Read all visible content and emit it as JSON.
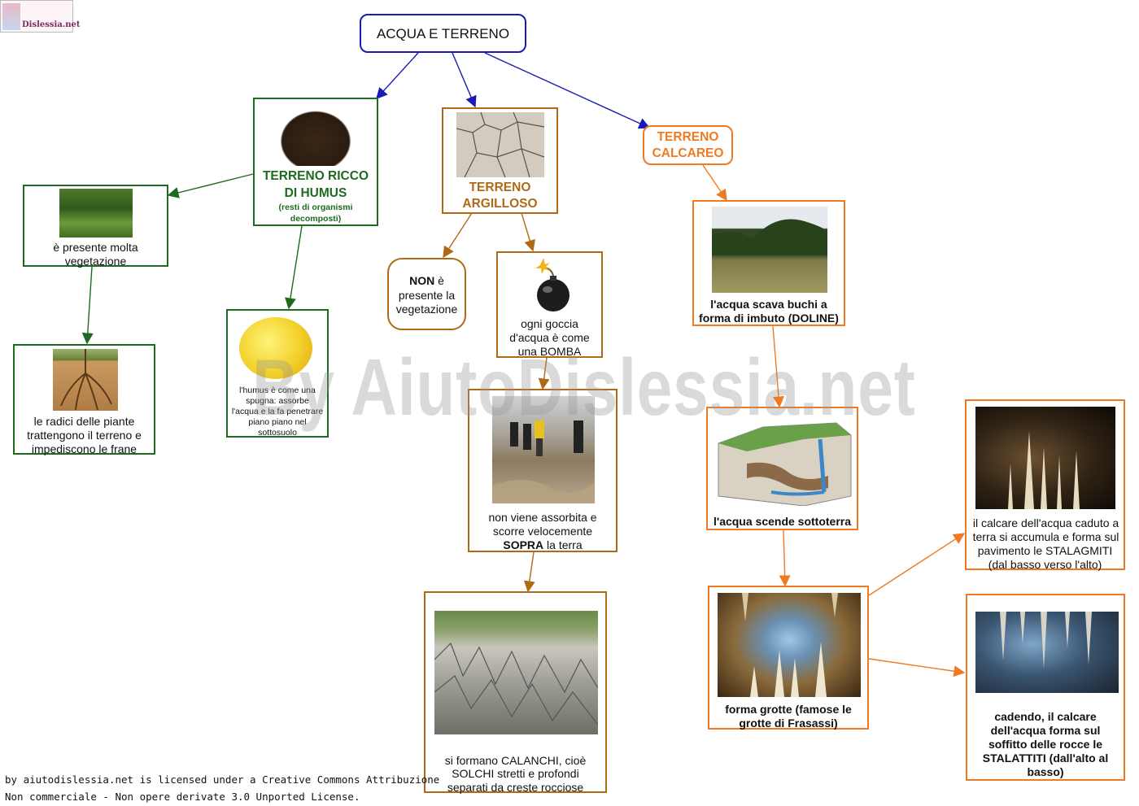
{
  "logo": {
    "text": "Dislessia.net"
  },
  "title": "ACQUA E TERRENO",
  "humus": {
    "title_line1": "TERRENO RICCO",
    "title_line2": "DI HUMUS",
    "subtitle_line1": "(resti di organismi",
    "subtitle_line2": "decomposti)"
  },
  "vegetation": {
    "line1": "è presente molta",
    "line2": "vegetazione"
  },
  "roots": {
    "line1": "le radici delle piante",
    "line2": "trattengono il terreno e",
    "line3": "impediscono le frane"
  },
  "sponge": {
    "line1": "l'humus è come una",
    "line2": "spugna: assorbe",
    "line3": "l'acqua e la fa penetrare",
    "line4": "piano piano nel",
    "line5": "sottosuolo"
  },
  "clay": {
    "title_line1": "TERRENO",
    "title_line2": "ARGILLOSO"
  },
  "no_veg": {
    "bold": "NON",
    "rest1": " è",
    "line2": "presente la",
    "line3": "vegetazione"
  },
  "bomb": {
    "line1": "ogni goccia",
    "line2": "d'acqua è come",
    "line3": "una BOMBA"
  },
  "runoff": {
    "line1": "non viene assorbita e",
    "line2": "scorre velocemente",
    "bold": "SOPRA",
    "rest3": " la terra"
  },
  "calanchi": {
    "line1": "si formano CALANCHI, cioè",
    "line2": "SOLCHI stretti e profondi",
    "line3": "separati da creste rocciose"
  },
  "limestone": {
    "title_line1": "TERRENO",
    "title_line2": "CALCAREO"
  },
  "doline": {
    "line1": "l'acqua scava buchi a",
    "line2": "forma di imbuto (DOLINE)"
  },
  "underground": {
    "line1": "l'acqua scende sottoterra"
  },
  "caves": {
    "line1": "forma grotte (famose le",
    "line2": "grotte di Frasassi)"
  },
  "stalagmites": {
    "line1": "il calcare dell'acqua caduto a",
    "line2": "terra si accumula e forma sul",
    "line3": "pavimento  le STALAGMITI",
    "line4": "(dal basso verso l'alto)"
  },
  "stalactites": {
    "line1": "cadendo, il calcare",
    "line2": "dell'acqua forma sul",
    "line3": "soffitto delle rocce le",
    "line4": "STALATTITI (dall'alto al",
    "line5": "basso)"
  },
  "watermark": "By AiutoDislessia.net",
  "license": {
    "line1": "by aiutodislessia.net is licensed under a Creative Commons Attribuzione",
    "line2": "Non commerciale - Non opere derivate 3.0 Unported License."
  },
  "colors": {
    "blue": "#1a1ab8",
    "green": "#1d6b1d",
    "brown": "#b06a17",
    "orange": "#f07a22"
  }
}
